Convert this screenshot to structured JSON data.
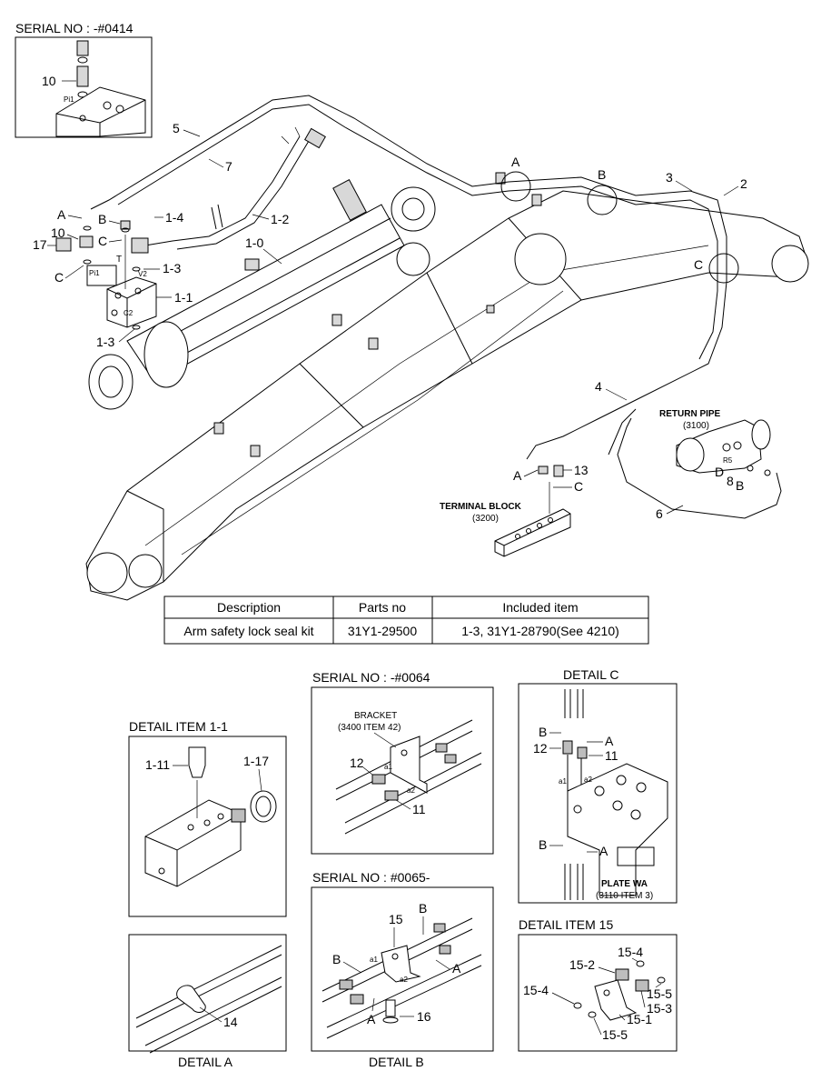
{
  "headers": {
    "serial_0414": "SERIAL NO : -#0414",
    "serial_0064": "SERIAL NO : -#0064",
    "serial_0065": "SERIAL NO : #0065-",
    "detail_c": "DETAIL C",
    "detail_item_1_1": "DETAIL ITEM 1-1",
    "detail_item_15": "DETAIL ITEM 15",
    "detail_a": "DETAIL A",
    "detail_b": "DETAIL B"
  },
  "main_labels": {
    "l5": "5",
    "l7": "7",
    "l1_2": "1-2",
    "l1_0": "1-0",
    "l1_4": "1-4",
    "l1_3a": "1-3",
    "l1_1": "1-1",
    "l1_3b": "1-3",
    "lA1": "A",
    "lB1": "B",
    "lC1": "C",
    "lC2": "C",
    "l10": "10",
    "l17": "17",
    "lT": "T",
    "lPi1": "Pi1",
    "lV2": "V2",
    "lC2b": "C2",
    "callA": "A",
    "callB": "B",
    "callC": "C",
    "l3": "3",
    "l2": "2",
    "l4": "4",
    "l6": "6",
    "lA_tb": "A",
    "l13": "13",
    "lC_tb": "C",
    "lD": "D",
    "l8": "8",
    "lB_rp": "B",
    "lR5": "R5",
    "return_pipe": "RETURN PIPE",
    "return_pipe_no": "(3100)",
    "terminal_block": "TERMINAL BLOCK",
    "terminal_block_no": "(3200)"
  },
  "inset_0414": {
    "l10": "10",
    "lPi1": "Pi1"
  },
  "parts_table": {
    "headers": [
      "Description",
      "Parts no",
      "Included item"
    ],
    "rows": [
      [
        "Arm safety lock seal kit",
        "31Y1-29500",
        "1-3, 31Y1-28790(See 4210)"
      ]
    ]
  },
  "detail_item_1_1": {
    "l1_11": "1-11",
    "l1_17": "1-17"
  },
  "serial_0064_box": {
    "bracket": "BRACKET",
    "bracket_ref": "(3400 ITEM 42)",
    "l12": "12",
    "l11": "11",
    "la1": "a1",
    "la2": "a2"
  },
  "serial_0065_box": {
    "l15": "15",
    "lB1": "B",
    "lB2": "B",
    "lA1": "A",
    "lA2": "A",
    "l16": "16",
    "la1": "a1",
    "la2": "a2"
  },
  "detail_c_box": {
    "lB1": "B",
    "lA1": "A",
    "l12": "12",
    "l11": "11",
    "lB2": "B",
    "lA2": "A",
    "la1": "a1",
    "la2": "a2",
    "plate": "PLATE WA",
    "plate_ref": "(3110 ITEM 3)"
  },
  "detail_a_box": {
    "l14": "14"
  },
  "detail_15_box": {
    "l15_4a": "15-4",
    "l15_2": "15-2",
    "l15_4b": "15-4",
    "l15_5a": "15-5",
    "l15_3": "15-3",
    "l15_1": "15-1",
    "l15_5b": "15-5"
  }
}
